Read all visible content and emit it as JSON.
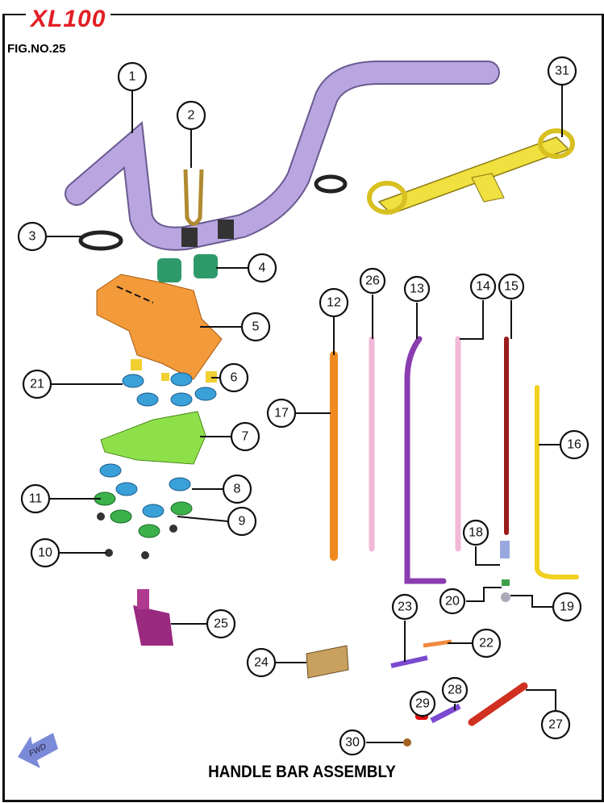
{
  "header": {
    "logo_text": "XL100",
    "figure_number": "FIG.NO.25"
  },
  "title": "HANDLE BAR ASSEMBLY",
  "fwd_label": "FWD",
  "callouts": [
    "1",
    "2",
    "3",
    "4",
    "5",
    "6",
    "7",
    "8",
    "9",
    "10",
    "11",
    "12",
    "13",
    "14",
    "15",
    "16",
    "17",
    "18",
    "19",
    "20",
    "21",
    "22",
    "23",
    "24",
    "25",
    "26",
    "27",
    "28",
    "29",
    "30",
    "31"
  ],
  "colors": {
    "logo": "#e31e24",
    "handlebar": "#b9a6e0",
    "bracket": "#f0e040",
    "plate": "#f39a3a",
    "damper": "#3aa0d8",
    "lower_plate": "#8ee04a",
    "cable_orange": "#f08a20",
    "cable_pink": "#f2b8d8",
    "cable_purple": "#8a3cb0",
    "cable_red": "#9a1c1c",
    "cable_yellow": "#f2d020"
  }
}
